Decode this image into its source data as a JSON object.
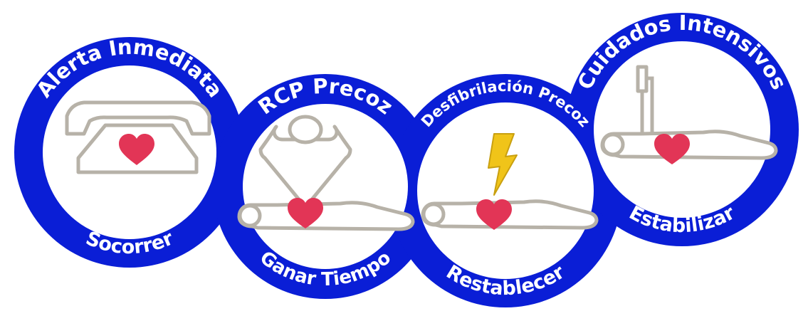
{
  "colors": {
    "ring": "#0a1ed6",
    "icon_line": "#b7b2a8",
    "heart": "#e23556",
    "bolt": "#f0c419"
  },
  "links": [
    {
      "top_label": "Alerta Inmediata",
      "bottom_label": "Socorrer",
      "icon": "telephone-icon"
    },
    {
      "top_label": "RCP Precoz",
      "bottom_label": "Ganar Tiempo",
      "icon": "cpr-icon"
    },
    {
      "top_label": "Desfibrilación Precoz",
      "bottom_label": "Restablecer",
      "icon": "defibrillation-icon"
    },
    {
      "top_label": "Cuidados Intensivos",
      "bottom_label": "Estabilizar",
      "icon": "intensive-care-icon"
    }
  ]
}
